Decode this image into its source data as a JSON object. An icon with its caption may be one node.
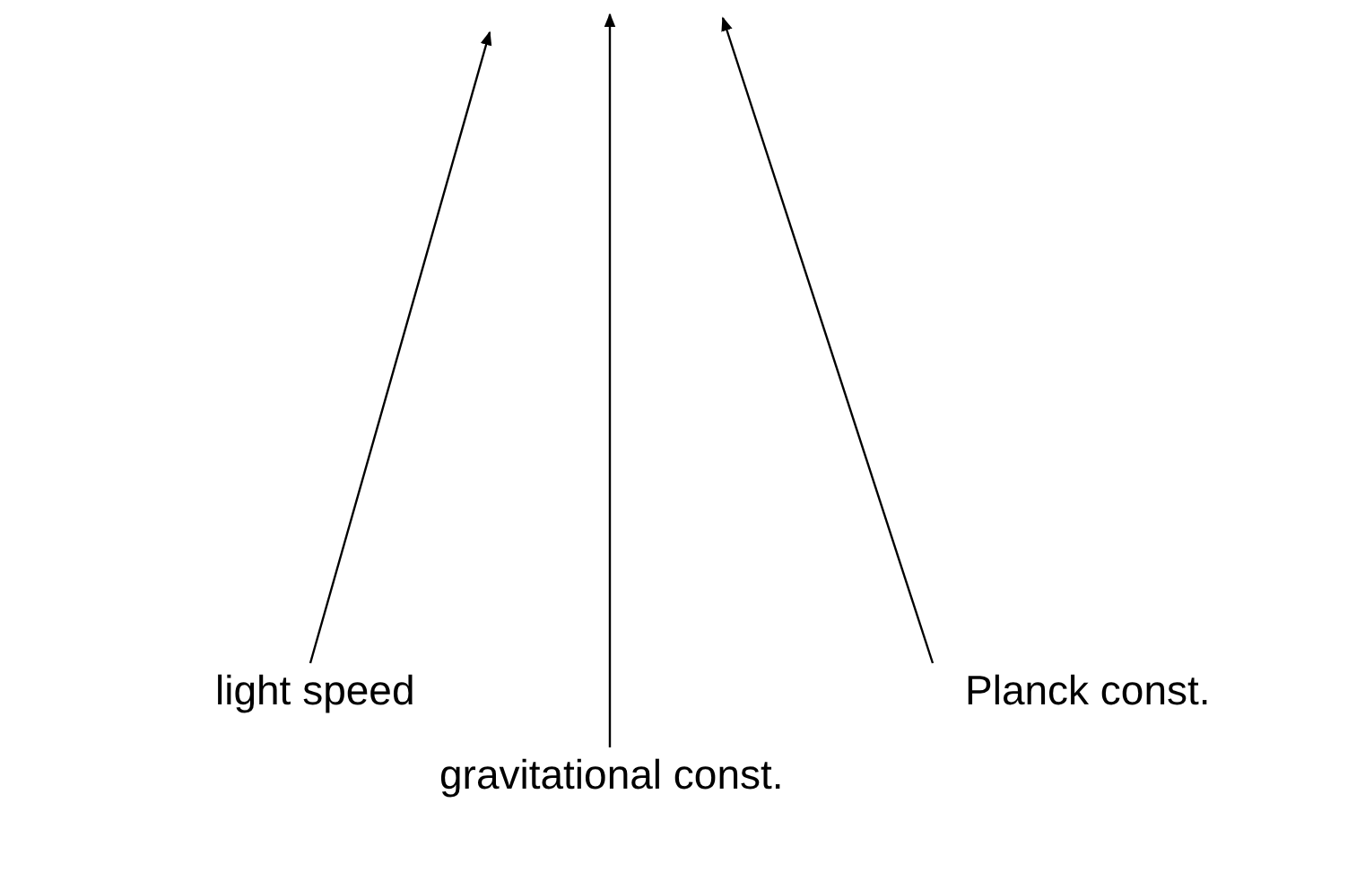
{
  "diagram": {
    "nodes": [
      {
        "text": [
          "light speed"
        ]
      },
      {
        "text": [
          "gravitational const."
        ]
      },
      {
        "text": [
          "Planck const."
        ]
      }
    ],
    "edges": [
      {
        "from": 0,
        "to": null,
        "arrow": "to"
      },
      {
        "from": 1,
        "to": null,
        "arrow": "to"
      },
      {
        "from": 2,
        "to": null,
        "arrow": "to"
      }
    ]
  }
}
